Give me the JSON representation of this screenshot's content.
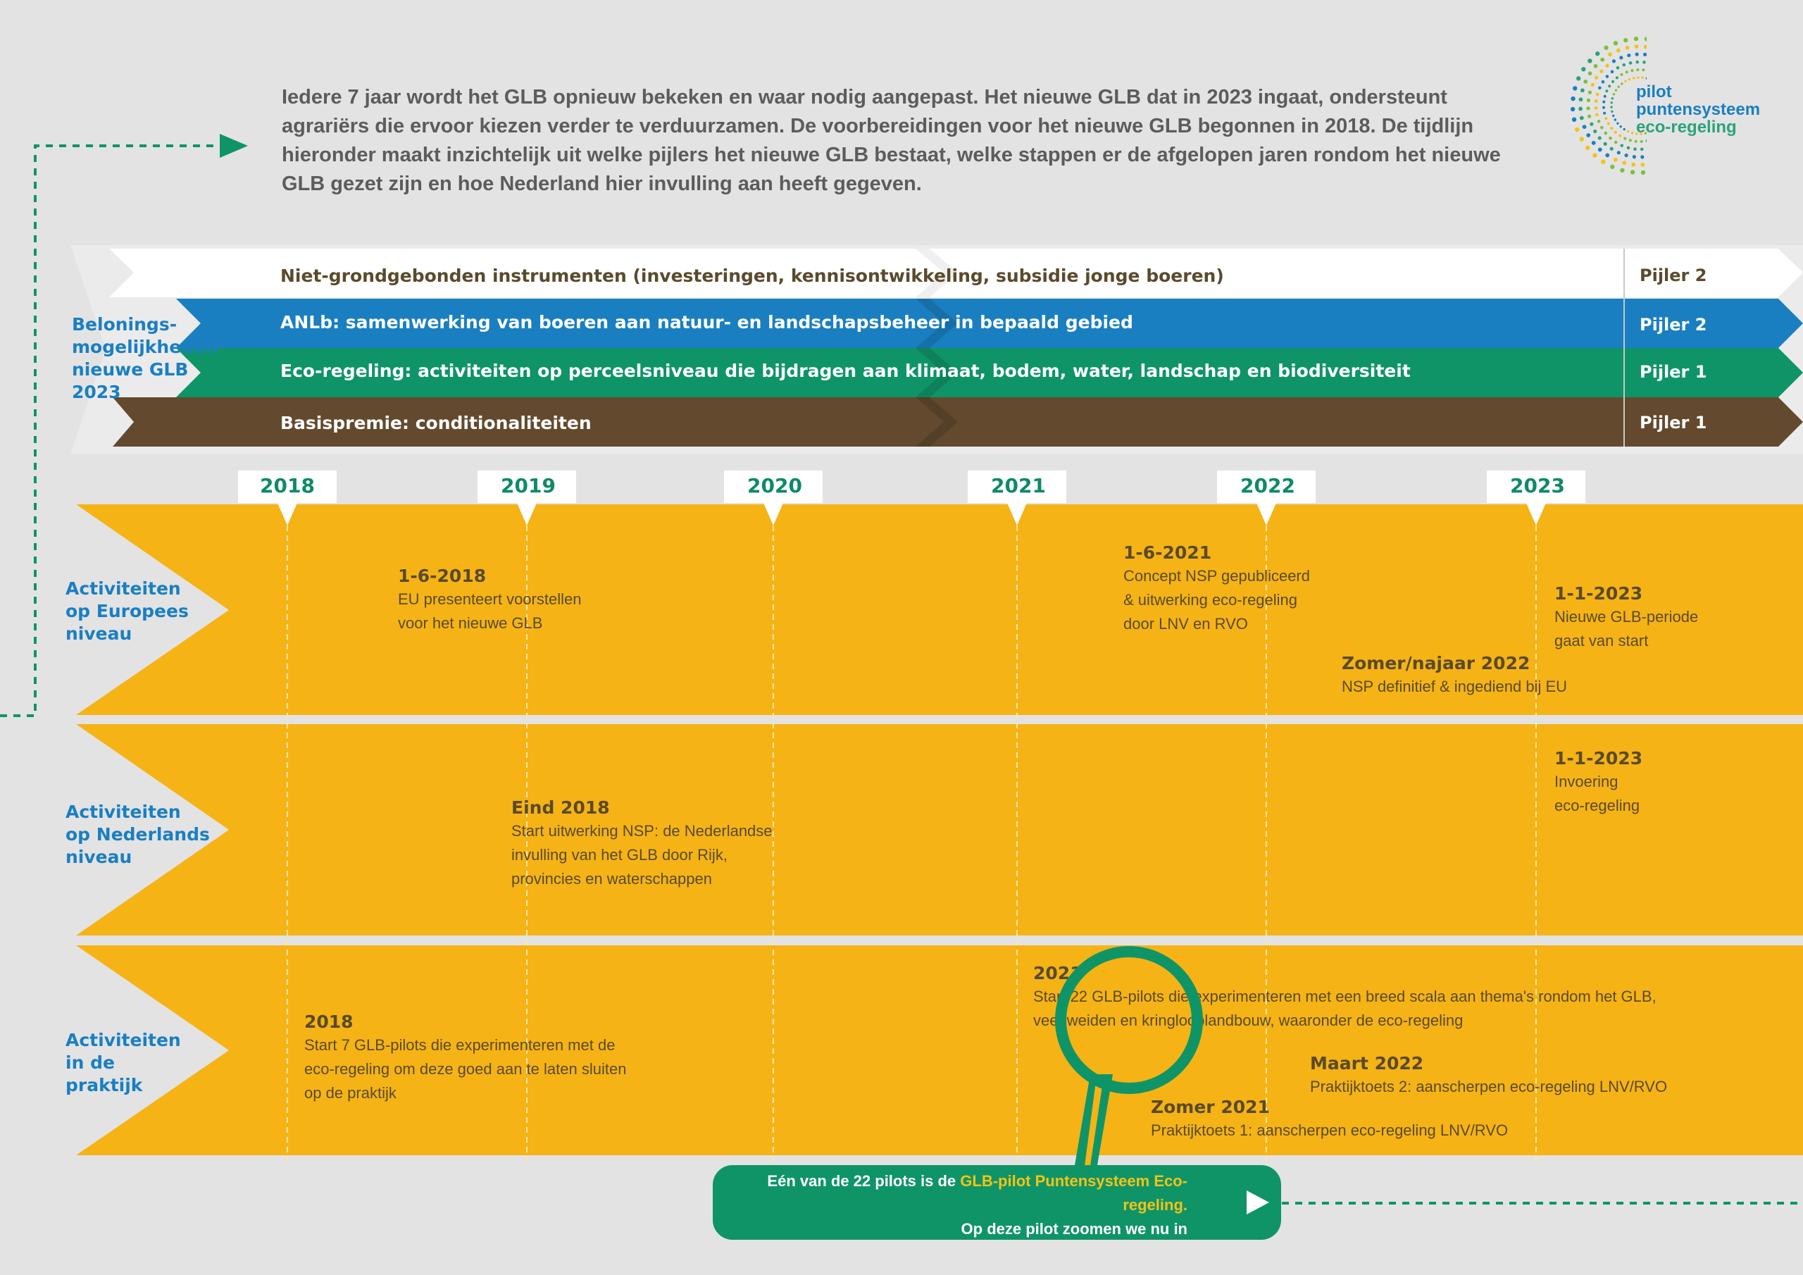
{
  "intro": {
    "text": "Iedere 7 jaar wordt het GLB opnieuw bekeken en waar nodig aangepast. Het nieuwe GLB dat in 2023 ingaat, ondersteunt\nagrariërs die ervoor kiezen verder te verduurzamen. De voorbereidingen voor het nieuwe GLB begonnen in 2018. De tijdlijn\nhieronder maakt inzichtelijk uit welke pijlers het nieuwe GLB bestaat, welke stappen er de afgelopen jaren rondom het nieuwe\nGLB gezet zijn en hoe Nederland hier invulling aan heeft gegeven."
  },
  "logo": {
    "line1": "pilot",
    "line2": "puntensysteem",
    "line3": "eco-regeling"
  },
  "pillars": {
    "side_label": "Belonings-\nmogelijkheden\nnieuwe GLB\n2023",
    "bands": [
      {
        "label": "Niet-grondgebonden instrumenten (investeringen, kennisontwikkeling, subsidie jonge boeren)",
        "pijler": "Pijler 2",
        "color": "#ffffff",
        "text_color": "#5a4a2c"
      },
      {
        "label": "ANLb: samenwerking van boeren aan natuur- en landschapsbeheer in bepaald gebied",
        "pijler": "Pijler 2",
        "color": "#1a7fc1",
        "text_color": "#ffffff"
      },
      {
        "label": "Eco-regeling: activiteiten op perceelsniveau die bijdragen aan klimaat, bodem, water, landschap en biodiversiteit",
        "pijler": "Pijler 1",
        "color": "#0f9467",
        "text_color": "#ffffff"
      },
      {
        "label": "Basispremie: conditionaliteiten",
        "pijler": "Pijler 1",
        "color": "#634a2e",
        "text_color": "#ffffff"
      }
    ]
  },
  "years": [
    "2018",
    "2019",
    "2020",
    "2021",
    "2022",
    "2023"
  ],
  "rows": [
    {
      "label": "Activiteiten\nop Europees\nniveau",
      "events": [
        {
          "date": "1-6-2018",
          "text": "EU presenteert voorstellen\nvoor het nieuwe GLB"
        },
        {
          "date": "1-6-2021",
          "text": "Concept NSP gepubliceerd\n& uitwerking eco-regeling\ndoor LNV en RVO"
        },
        {
          "date": "Zomer/najaar 2022",
          "text": "NSP definitief & ingediend bij EU"
        },
        {
          "date": "1-1-2023",
          "text": "Nieuwe GLB-periode\ngaat van start"
        }
      ]
    },
    {
      "label": "Activiteiten\nop Nederlands\nniveau",
      "events": [
        {
          "date": "Eind 2018",
          "text": "Start uitwerking NSP: de Nederlandse\ninvulling van het GLB door Rijk,\nprovincies en waterschappen"
        },
        {
          "date": "1-1-2023",
          "text": "Invoering\neco-regeling"
        }
      ]
    },
    {
      "label": "Activiteiten\nin de\npraktijk",
      "events": [
        {
          "date": "2018",
          "text": "Start 7 GLB-pilots die experimenteren met de\neco-regeling om deze goed aan te laten sluiten\nop de praktijk"
        },
        {
          "date": "2021",
          "text": "Start 22 GLB-pilots die experimenteren met een breed scala aan thema's rondom het GLB,\nveenweiden en kringlooplandbouw, waaronder de eco-regeling"
        },
        {
          "date": "Maart 2022",
          "text": "Praktijktoets 2: aanscherpen eco-regeling LNV/RVO"
        },
        {
          "date": "Zomer 2021",
          "text": "Praktijktoets 1: aanscherpen eco-regeling LNV/RVO"
        }
      ]
    }
  ],
  "callout": {
    "prefix": "Eén van de 22 pilots is de ",
    "highlight": "GLB-pilot Puntensysteem Eco-regeling.",
    "line2": "Op deze pilot zoomen we nu in"
  },
  "colors": {
    "background": "#e3e3e3",
    "timeline_yellow": "#f5b316",
    "accent_green": "#0f9467",
    "accent_blue": "#1a7fc1",
    "brown": "#634a2e"
  }
}
